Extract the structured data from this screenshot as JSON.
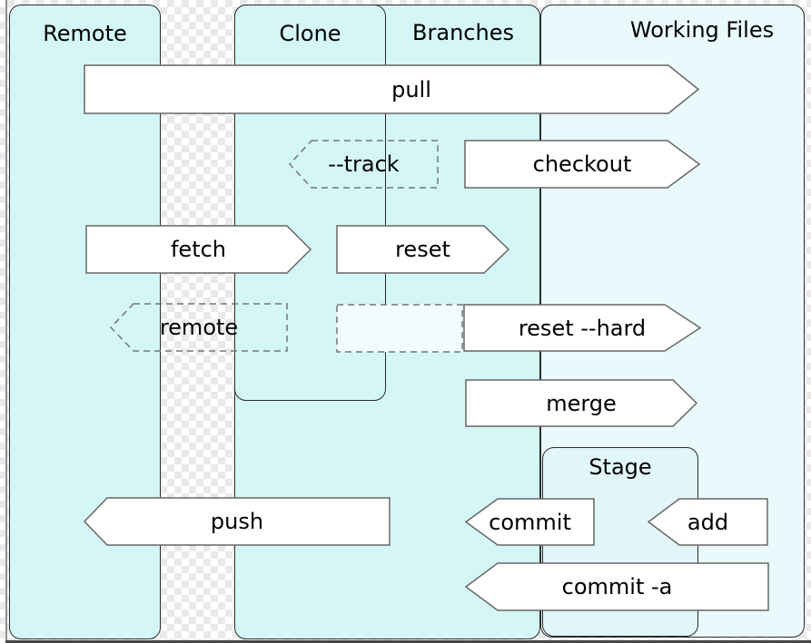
{
  "diagram": {
    "panels": {
      "remote": {
        "label": "Remote"
      },
      "clone": {
        "label": "Clone"
      },
      "branches": {
        "label": "Branches"
      },
      "working_files": {
        "label": "Working Files"
      },
      "stage": {
        "label": "Stage"
      }
    },
    "arrows": {
      "pull": {
        "label": "pull",
        "direction": "right",
        "style": "solid"
      },
      "track": {
        "label": "--track",
        "direction": "left",
        "style": "dashed"
      },
      "checkout": {
        "label": "checkout",
        "direction": "right",
        "style": "solid"
      },
      "fetch": {
        "label": "fetch",
        "direction": "right",
        "style": "solid"
      },
      "reset": {
        "label": "reset",
        "direction": "right",
        "style": "solid"
      },
      "remote": {
        "label": "remote",
        "direction": "left",
        "style": "dashed"
      },
      "reset_hard": {
        "label": "reset --hard",
        "direction": "right",
        "style": "solid",
        "tail": "dashed"
      },
      "merge": {
        "label": "merge",
        "direction": "right",
        "style": "solid"
      },
      "push": {
        "label": "push",
        "direction": "left",
        "style": "solid"
      },
      "commit": {
        "label": "commit",
        "direction": "left",
        "style": "solid"
      },
      "add": {
        "label": "add",
        "direction": "left",
        "style": "solid"
      },
      "commit_a": {
        "label": "commit -a",
        "direction": "left",
        "style": "solid"
      }
    },
    "colors": {
      "panel_fill": "#d5f6f6",
      "working_files_fill": "#eafafc",
      "stage_fill": "#e1f6f9",
      "tail_fill": "#f2fcfd",
      "arrow_fill": "#ffffff",
      "arrow_border": "#666666",
      "dashed_border": "#757575",
      "panel_border": "#2b2b2b",
      "checker_gray": "#e9e9e9"
    }
  }
}
